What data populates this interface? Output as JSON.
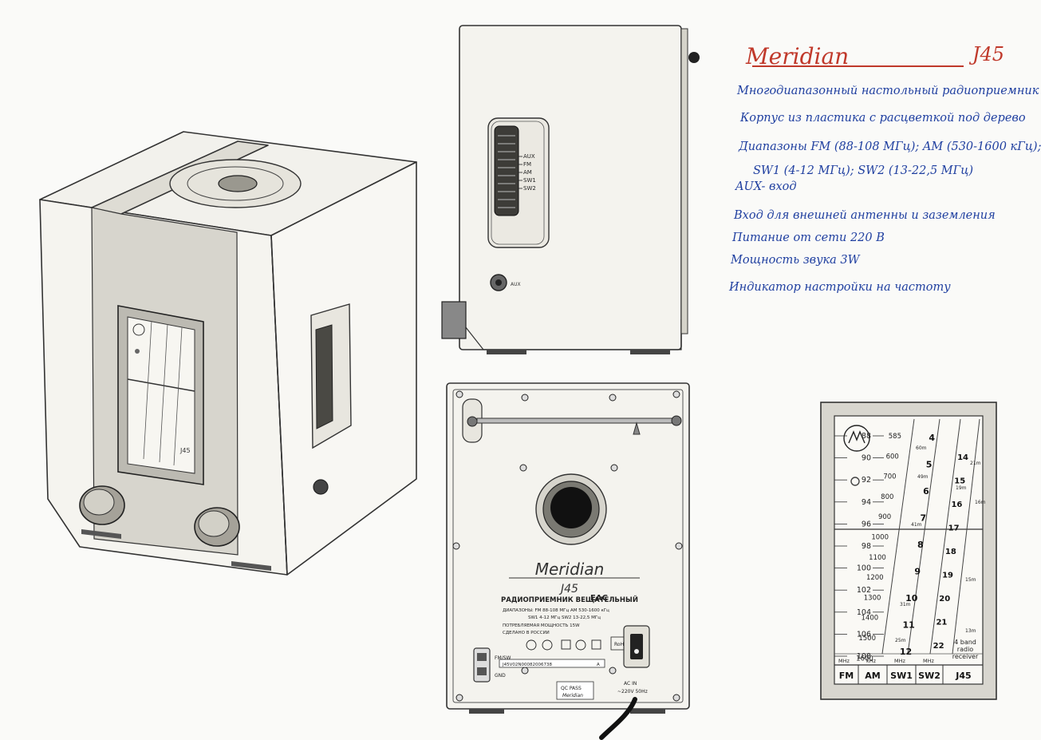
{
  "title": {
    "brand": "Meridian",
    "model": "J45"
  },
  "specs": [
    "Многодиапазонный настольный радиоприемник",
    "Корпус из пластика с расцветкой под дерево",
    "Диапазоны FM (88-108 МГц); AM (530-1600 кГц);",
    "SW1 (4-12 МГц); SW2 (13-22,5 МГц)",
    "AUX- вход",
    "Вход для внешней антенны и заземления",
    "Питание от сети 220 В",
    "Мощность звука 3W",
    "Индикатор настройки на частоту"
  ],
  "side_view": {
    "switch_labels": [
      "AUX",
      "FM",
      "AM",
      "SW1",
      "SW2"
    ],
    "jack_label": "AUX"
  },
  "front_view": {
    "dial_model": "J45"
  },
  "back_view": {
    "brand": "Meridian",
    "model": "J45",
    "device_name": "РАДИОПРИЕМНИК ВЕЩАТЕЛЬНЫЙ",
    "spec_lines": [
      "ДИАПАЗОНЫ: FM 88-108 МГц   AM 530-1600 кГц",
      "SW1 4-12 МГц   SW2 13-22,5 МГц",
      "ПОТРЕБЛЯЕМАЯ МОЩНОСТЬ 15W",
      "СДЕЛАНО В РОССИИ"
    ],
    "eac": "EAC",
    "rohs": "RoHS",
    "serial": "J45V02N00082006738",
    "serial_suffix": "A",
    "antenna_labels": [
      "FM/SW",
      "GND"
    ],
    "qc_label": "QC PASS",
    "qc_brand": "Meridian",
    "ac_labels": [
      "AC IN",
      "~220V 50Hz"
    ]
  },
  "dial": {
    "fm": [
      "88",
      "90",
      "92",
      "94",
      "96",
      "98",
      "100",
      "102",
      "104",
      "106",
      "108"
    ],
    "am": [
      "585",
      "600",
      "700",
      "800",
      "900",
      "1000",
      "1100",
      "1200",
      "1300",
      "1400",
      "1500",
      "1600"
    ],
    "sw1": [
      "4",
      "5",
      "6",
      "7",
      "8",
      "9",
      "10",
      "11",
      "12"
    ],
    "sw2": [
      "14",
      "15",
      "16",
      "17",
      "18",
      "19",
      "20",
      "21",
      "22"
    ],
    "meter_bands": [
      "60m",
      "49m",
      "41m",
      "31m",
      "25m",
      "21m",
      "19m",
      "16m",
      "15m",
      "13m"
    ],
    "units": [
      "MHz",
      "kHz",
      "MHz",
      "MHz"
    ],
    "info": [
      "4 band",
      "radio",
      "receiver"
    ],
    "band_labels": [
      "FM",
      "AM",
      "SW1",
      "SW2",
      "J45"
    ]
  },
  "colors": {
    "ink_red": "#c0392b",
    "ink_blue": "#1f3fa0",
    "pencil": "#333333"
  }
}
